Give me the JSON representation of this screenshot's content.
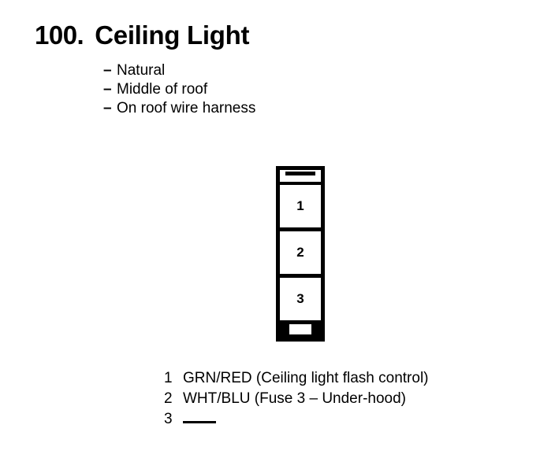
{
  "diagram": {
    "title": {
      "number": "100.",
      "name": "Ceiling Light"
    },
    "specs": [
      {
        "dash": "–",
        "label": "Natural"
      },
      {
        "dash": "–",
        "label": "Middle of roof"
      },
      {
        "dash": "–",
        "label": "On roof wire harness"
      }
    ],
    "connector": {
      "pin_count": 3,
      "pins": [
        {
          "number": "1"
        },
        {
          "number": "2"
        },
        {
          "number": "3"
        }
      ]
    },
    "legend": {
      "rows": [
        {
          "pin": "1",
          "desc": "GRN/RED (Ceiling light flash control)",
          "empty": false
        },
        {
          "pin": "2",
          "desc": "WHT/BLU (Fuse 3 – Under-hood)",
          "empty": false
        },
        {
          "pin": "3",
          "desc": "",
          "empty": true
        }
      ]
    },
    "colors": {
      "ink": "#000000",
      "background": "#ffffff"
    }
  }
}
